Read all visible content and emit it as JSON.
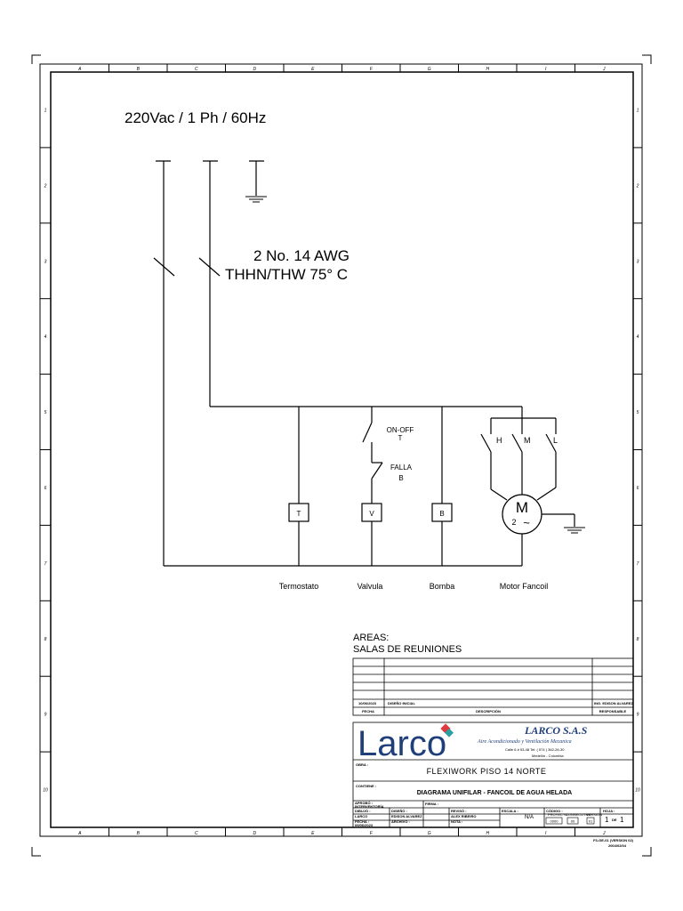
{
  "border": {
    "columns": [
      "A",
      "B",
      "C",
      "D",
      "E",
      "F",
      "G",
      "H",
      "I",
      "J"
    ],
    "rows": [
      "1",
      "2",
      "3",
      "4",
      "5",
      "6",
      "7",
      "8",
      "9",
      "10"
    ]
  },
  "supply_label": "220Vac / 1 Ph / 60Hz",
  "cable_label_line1": "2 No. 14 AWG",
  "cable_label_line2": "THHN/THW 75° C",
  "switch_onoff_line1": "ON-OFF",
  "switch_onoff_line2": "T",
  "switch_falla_line1": "FALLA",
  "switch_falla_line2": "B",
  "speed_labels": {
    "h": "H",
    "m": "M",
    "l": "L"
  },
  "boxes": {
    "termostato": "T",
    "valvula": "V",
    "bomba": "B"
  },
  "motor": {
    "symbol": "M",
    "phase": "2",
    "ac": "~"
  },
  "load_labels": {
    "termostato": "Termostato",
    "valvula": "Valvula",
    "bomba": "Bomba",
    "motor": "Motor Fancoil"
  },
  "areas": {
    "title": "AREAS:",
    "name": "SALAS DE REUNIONES"
  },
  "revision_table": {
    "date": "10/06/2023",
    "description": "DISEÑO INICIAL",
    "responsible": "ING. EDISON ALVAREZ",
    "header_fecha": "FECHA",
    "header_descripcion": "DESCRIPCIÓN",
    "header_responsable": "RESPONSABLE"
  },
  "company": {
    "logo": "Larco",
    "name": "LARCO S.A.S",
    "tagline": "Aire Acondicionado y Ventilación Mecanica",
    "address": "Calle 6 # 53-48 Tel: ( 574 ) 362-26-30",
    "city": "Medellín - Colombia",
    "brand_red": "#e03a3e",
    "brand_teal": "#2a9fa0",
    "brand_blue": "#1f3f7a"
  },
  "title_block": {
    "obra_label": "OBRA :",
    "obra": "FLEXIWORK PISO 14 NORTE",
    "contiene_label": "CONTIENE :",
    "contiene": "DIAGRAMA UNIFILAR - FANCOIL DE AGUA HELADA",
    "aprobo_label": "APROBÓ :",
    "aprobo": "INTERVENTORÍA",
    "firma_label": "FIRMA :",
    "dibujo_label": "DIBUJÓ :",
    "dibujo": "LARCO",
    "diseno_label": "DISEÑÓ :",
    "diseno": "EDISON ALVAREZ",
    "escala_label": "ESCALA :",
    "escala": "N/A",
    "revisado_label": "REVISÓ :",
    "revisado": "ALEX RIBEIRO",
    "fecha_label": "FECHA :",
    "fecha": "09/06/2023",
    "archivo_label": "ARCHIVO :",
    "nota_label": "NOTA :",
    "codigo_label": "CÓDIGO :",
    "hoja_label": "HOJA :",
    "hoja": "1",
    "de": "DE",
    "de_total": "1",
    "proyecto_label": "PROYECTO",
    "consecutivo_label": "CONSECUTIVO",
    "version_label": "VERSIÓN",
    "proyecto": "0000",
    "consecutivo": "00",
    "version": "01"
  },
  "form_code_line1": "F3-GE-01 (VERSION 02)",
  "form_code_line2": "2004/02/04"
}
